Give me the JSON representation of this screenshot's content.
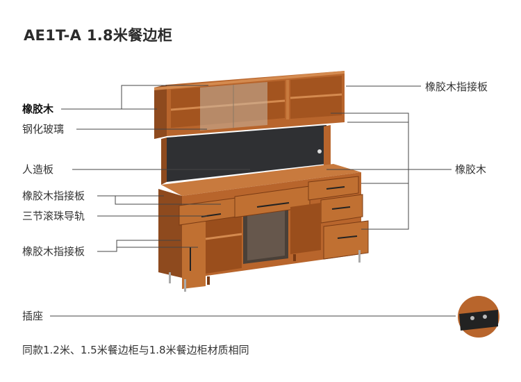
{
  "title": "AE1T-A 1.8米餐边柜",
  "labels": {
    "left": [
      "橡胶木",
      "钢化玻璃",
      "人造板",
      "橡胶木指接板",
      "三节滚珠导轨",
      "橡胶木指接板",
      "插座"
    ],
    "right": [
      "橡胶木指接板",
      "橡胶木"
    ]
  },
  "footnote": "同款1.2米、1.5米餐边柜与1.8米餐边柜材质相同",
  "colors": {
    "wood": "#b8652c",
    "wood_dark": "#8e4a1e",
    "pegboard": "#2f3033",
    "line": "#444444"
  }
}
